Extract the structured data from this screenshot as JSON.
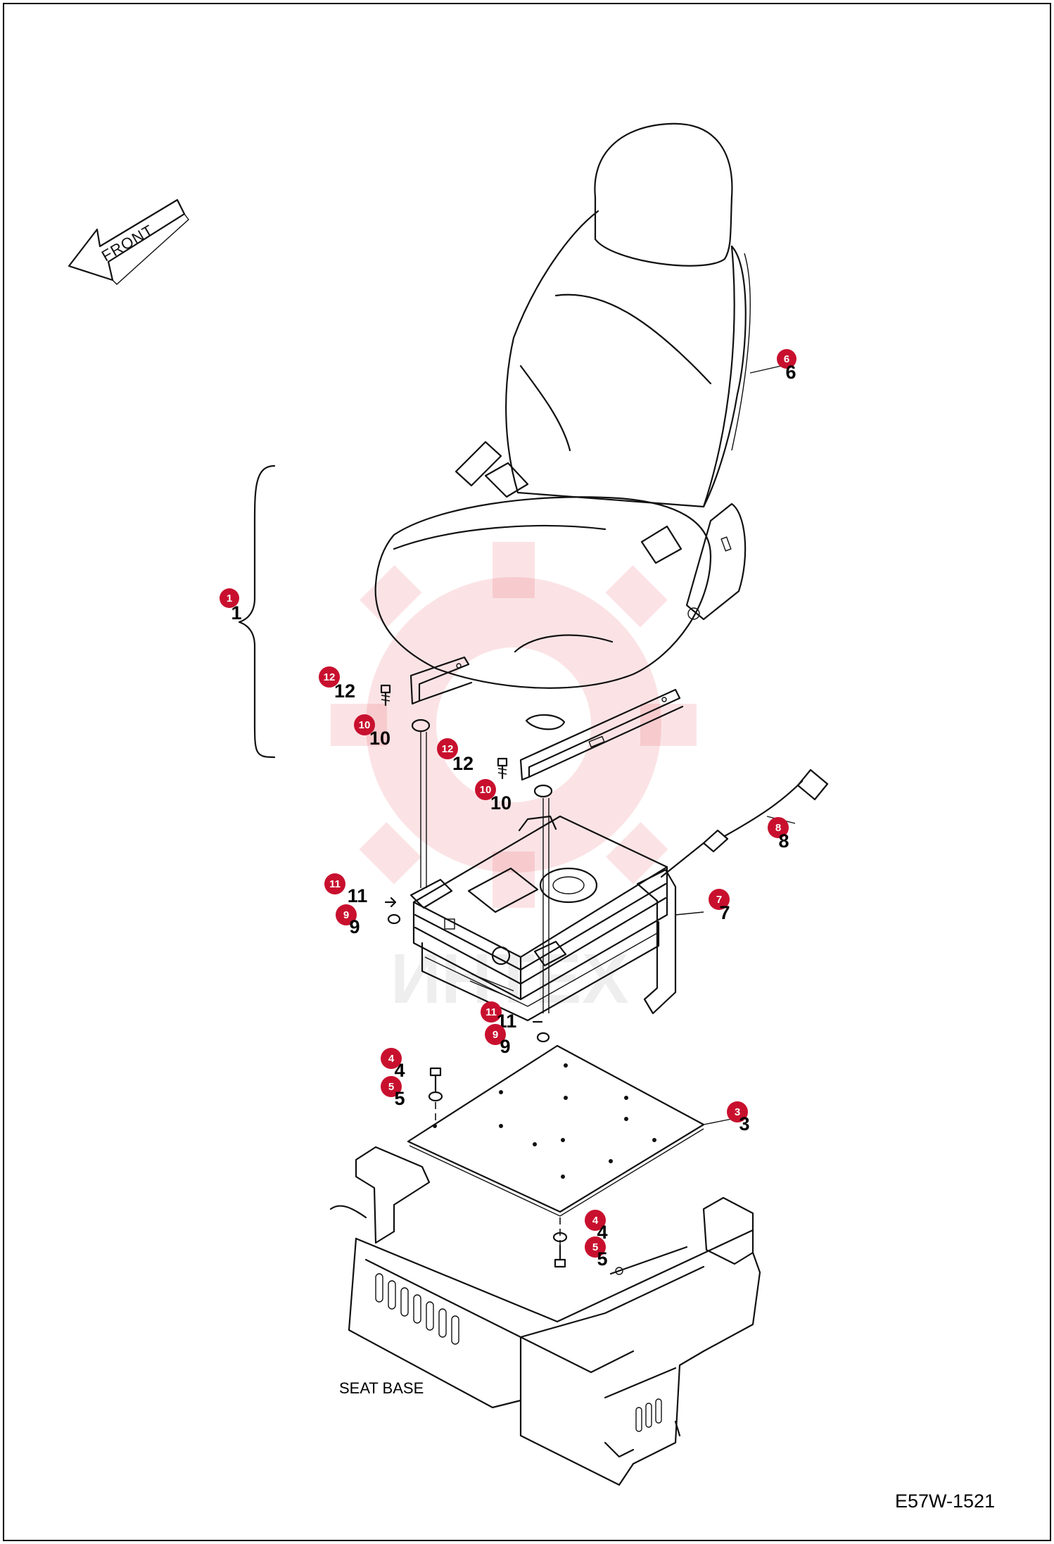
{
  "figure": {
    "drawing_number": "E57W-1521",
    "seat_base_label": "SEAT BASE",
    "front_label": "FRONT",
    "watermark_text": "ИНТЕХ"
  },
  "callouts": [
    {
      "id": "6",
      "number": "6",
      "tail": "6"
    },
    {
      "id": "1",
      "number": "1",
      "tail": "1"
    },
    {
      "id": "12a",
      "number": "12",
      "tail": "12"
    },
    {
      "id": "10a",
      "number": "10",
      "tail": "10"
    },
    {
      "id": "12b",
      "number": "12",
      "tail": "12"
    },
    {
      "id": "10b",
      "number": "10",
      "tail": "10"
    },
    {
      "id": "8",
      "number": "8",
      "tail": "8"
    },
    {
      "id": "11a",
      "number": "11",
      "tail": "11"
    },
    {
      "id": "9a",
      "number": "9",
      "tail": "9"
    },
    {
      "id": "7",
      "number": "7",
      "tail": "7"
    },
    {
      "id": "11b",
      "number": "11",
      "tail": "11"
    },
    {
      "id": "9b",
      "number": "9",
      "tail": "9"
    },
    {
      "id": "4a",
      "number": "4",
      "tail": "4"
    },
    {
      "id": "5a",
      "number": "5",
      "tail": "5"
    },
    {
      "id": "3",
      "number": "3",
      "tail": "3"
    },
    {
      "id": "4b",
      "number": "4",
      "tail": "4"
    },
    {
      "id": "5b",
      "number": "5",
      "tail": "5"
    }
  ],
  "colors": {
    "callout_fill": "#c8102e",
    "watermark": "#e53946",
    "line": "#111111"
  }
}
